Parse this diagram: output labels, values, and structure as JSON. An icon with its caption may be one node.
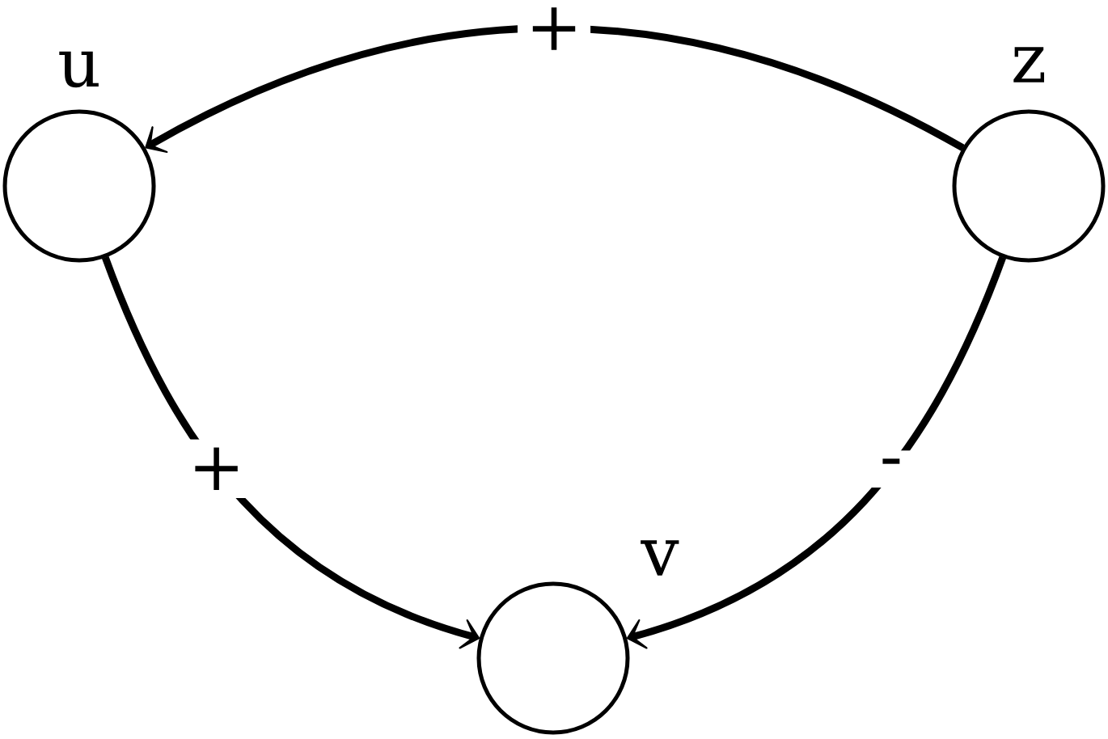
{
  "diagram": {
    "nodes": [
      {
        "text": [
          "u"
        ]
      },
      {
        "text": [
          "z"
        ]
      },
      {
        "text": [
          "v"
        ]
      }
    ],
    "edges": [
      {
        "from": 1,
        "to": 0,
        "arrow": "to",
        "label": "+"
      },
      {
        "from": 0,
        "to": 2,
        "arrow": "to",
        "label": "+"
      },
      {
        "from": 1,
        "to": 2,
        "arrow": "to",
        "label": "-"
      }
    ]
  }
}
